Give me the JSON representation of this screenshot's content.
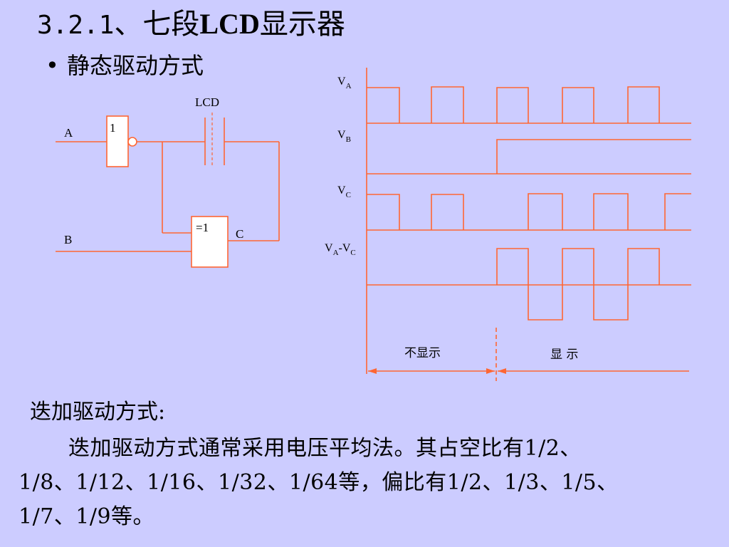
{
  "title": {
    "number": "3.2.1",
    "sep": "、",
    "prefix": "七段",
    "lcd": "LCD",
    "suffix": "显示器"
  },
  "bullet": {
    "symbol": "•",
    "text": "静态驱动方式"
  },
  "circuit": {
    "lcd_label": "LCD",
    "input_a": "A",
    "input_b": "B",
    "inverter_label": "1",
    "xor_label": "=1",
    "node_c": "C"
  },
  "waveforms": {
    "va": {
      "main": "V",
      "sub": "A"
    },
    "vb": {
      "main": "V",
      "sub": "B"
    },
    "vc": {
      "main": "V",
      "sub": "C"
    },
    "vavc": {
      "m1": "V",
      "s1": "A",
      "dash": "-",
      "m2": "V",
      "s2": "C"
    },
    "region_off": "不显示",
    "region_on": "显 示"
  },
  "text": {
    "subheading": "迭加驱动方式:",
    "line1": "迭加驱动方式通常采用电压平均法。其占空比有1/2、",
    "line2": "1/8、1/12、1/16、1/32、1/64等，偏比有1/2、1/3、1/5、",
    "line3": "1/7、1/9等。"
  },
  "colors": {
    "background": "#ccccff",
    "wire": "#ff6633",
    "gate_fill": "#ffffff"
  }
}
